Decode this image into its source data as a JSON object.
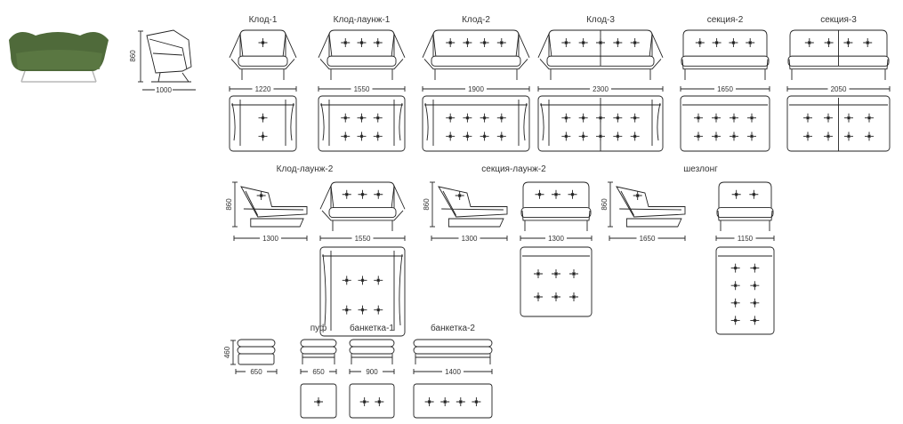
{
  "photo": {
    "color": "#4f6a3a",
    "leg_color": "#b8b8b8"
  },
  "overview": {
    "height_dim": "860",
    "depth_dim": "1000"
  },
  "modules": [
    {
      "name": "Клод-1",
      "width_dim": "1220"
    },
    {
      "name": "Клод-лаунж-1",
      "width_dim": "1550"
    },
    {
      "name": "Клод-2",
      "width_dim": "1900"
    },
    {
      "name": "Клод-3",
      "width_dim": "2300"
    },
    {
      "name": "секция-2",
      "width_dim": "1650"
    },
    {
      "name": "секция-3",
      "width_dim": "2050"
    },
    {
      "name": "Клод-лаунж-2",
      "height_dim": "860",
      "depth_dim": "1300",
      "width_dim": "1550"
    },
    {
      "name": "секция-лаунж-2",
      "height_dim": "860",
      "depth_dim": "1300",
      "width_dim": "1300"
    },
    {
      "name": "шезлонг",
      "height_dim": "860",
      "depth_dim": "1650",
      "width_dim": "1150"
    },
    {
      "name": "пуф",
      "width_dim": "650"
    },
    {
      "name": "банкетка-1",
      "width_dim": "900"
    },
    {
      "name": "банкетка-2",
      "width_dim": "1400"
    }
  ],
  "pouf_side": {
    "height_dim": "460",
    "depth_dim": "650"
  }
}
